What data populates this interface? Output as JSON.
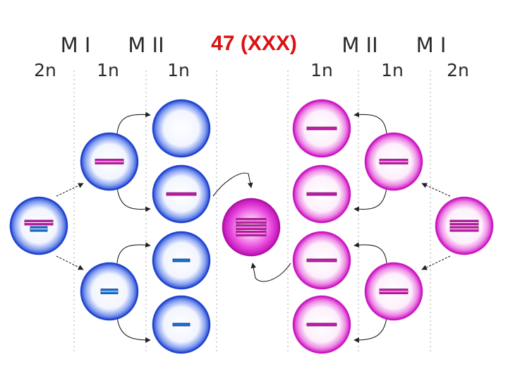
{
  "title": "47 (XXX)",
  "colors": {
    "title": "#dd1111",
    "male_cell": "#2a52d6",
    "female_cell": "#e024d6",
    "x_chromosome": "#c21ca8",
    "y_chromosome": "#1a6fd0",
    "divider": "#b9b9b9",
    "arrow": "#222222"
  },
  "left": {
    "phase_labels": [
      "M I",
      "M II"
    ],
    "ploidy_labels": [
      "2n",
      "1n",
      "1n"
    ]
  },
  "right": {
    "phase_labels": [
      "M II",
      "M I"
    ],
    "ploidy_labels": [
      "1n",
      "1n",
      "2n"
    ]
  },
  "cells": {
    "male_parent": {
      "sex": "male",
      "chromosomes": [
        "X",
        "Y"
      ]
    },
    "male_mi_top": {
      "sex": "male",
      "chromosomes": [
        "X"
      ]
    },
    "male_mi_bottom": {
      "sex": "male",
      "chromosomes": [
        "Y"
      ]
    },
    "male_mii": [
      {
        "sex": "male",
        "chromosomes": []
      },
      {
        "sex": "male",
        "chromosomes": [
          "X"
        ]
      },
      {
        "sex": "male",
        "chromosomes": [
          "Y"
        ]
      },
      {
        "sex": "male",
        "chromosomes": [
          "Y"
        ]
      }
    ],
    "zygote": {
      "sex": "female",
      "chromosomes": [
        "X",
        "X",
        "X"
      ]
    },
    "female_mii": [
      {
        "sex": "female",
        "chromosomes": [
          "X"
        ]
      },
      {
        "sex": "female",
        "chromosomes": [
          "X"
        ]
      },
      {
        "sex": "female",
        "chromosomes": [
          "X"
        ]
      },
      {
        "sex": "female",
        "chromosomes": [
          "X"
        ]
      }
    ],
    "female_mi_top": {
      "sex": "female",
      "chromosomes": [
        "X"
      ]
    },
    "female_mi_bottom": {
      "sex": "female",
      "chromosomes": [
        "X"
      ]
    },
    "female_parent": {
      "sex": "female",
      "chromosomes": [
        "X",
        "X"
      ]
    }
  }
}
